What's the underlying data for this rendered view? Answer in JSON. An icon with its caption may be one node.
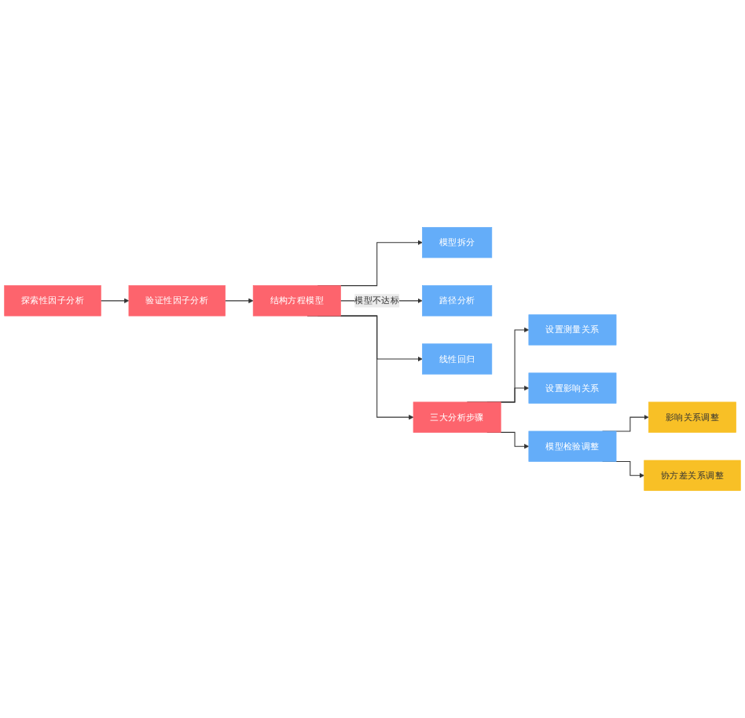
{
  "diagram": {
    "nodes": [
      {
        "text": [
          "探索性因子分析"
        ]
      },
      {
        "text": [
          "验证性因子分析"
        ]
      },
      {
        "text": [
          "结构方程模型"
        ]
      },
      {
        "text": [
          "模型拆分"
        ]
      },
      {
        "text": [
          "路径分析"
        ]
      },
      {
        "text": [
          "线性回归"
        ]
      },
      {
        "text": [
          "三大分析步骤"
        ]
      },
      {
        "text": [
          "设置测量关系"
        ]
      },
      {
        "text": [
          "设置影响关系"
        ]
      },
      {
        "text": [
          "模型检验调整"
        ]
      },
      {
        "text": [
          "影响关系调整"
        ]
      },
      {
        "text": [
          "协方差关系调整"
        ]
      }
    ],
    "edges": [
      {
        "from": 0,
        "to": 1,
        "arrow": "to"
      },
      {
        "from": 1,
        "to": 2,
        "arrow": "to"
      },
      {
        "from": 2,
        "to": 3,
        "arrow": "to"
      },
      {
        "from": 2,
        "to": 4,
        "arrow": "to",
        "label": "模型不达标"
      },
      {
        "from": 2,
        "to": 5,
        "arrow": "to"
      },
      {
        "from": 2,
        "to": 6,
        "arrow": "to"
      },
      {
        "from": 6,
        "to": 7,
        "arrow": "to"
      },
      {
        "from": 6,
        "to": 8,
        "arrow": "to"
      },
      {
        "from": 6,
        "to": 9,
        "arrow": "to"
      },
      {
        "from": 9,
        "to": 10,
        "arrow": "to"
      },
      {
        "from": 9,
        "to": 11,
        "arrow": "to"
      }
    ]
  }
}
